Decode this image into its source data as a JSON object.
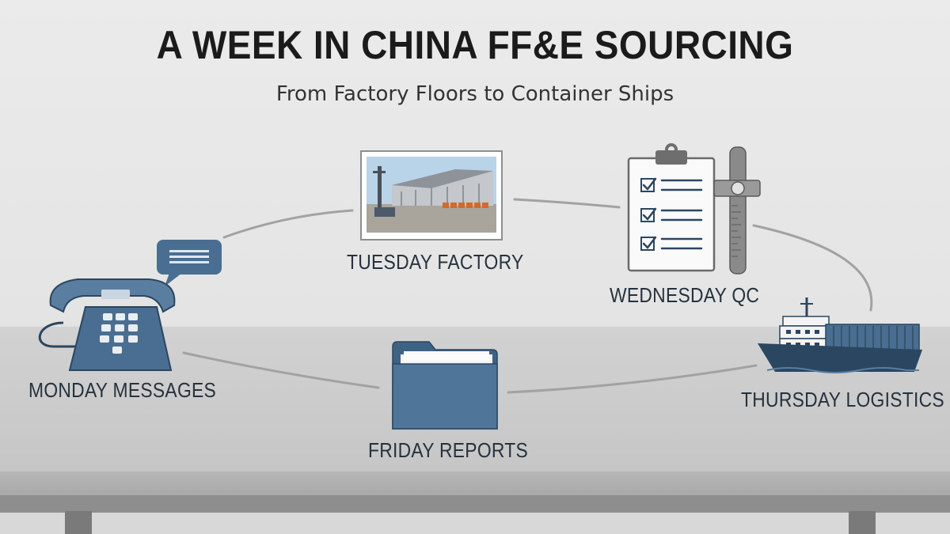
{
  "title": "A WEEK IN CHINA FF&E SOURCING",
  "subtitle": "From Factory Floors to Container Ships",
  "stages": [
    {
      "label": "MONDAY MESSAGES",
      "icon": "telephone-with-speech-bubble-icon"
    },
    {
      "label": "TUESDAY FACTORY",
      "icon": "factory-photo-icon"
    },
    {
      "label": "WEDNESDAY QC",
      "icon": "clipboard-checklist-and-caliper-icon"
    },
    {
      "label": "THURSDAY LOGISTICS",
      "icon": "container-ship-icon"
    },
    {
      "label": "FRIDAY REPORTS",
      "icon": "folder-icon"
    }
  ],
  "colors": {
    "icon_blue": "#4a6e91",
    "icon_dark": "#2b4660",
    "label_text": "#26323e",
    "connector": "#a2a2a2"
  }
}
